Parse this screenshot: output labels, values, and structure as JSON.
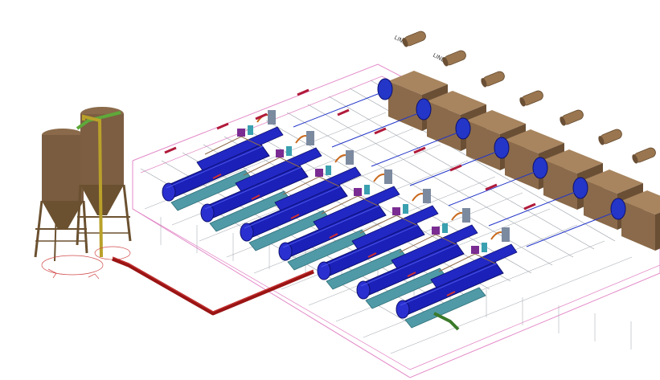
{
  "labels": {
    "line_tag_top": "LINE",
    "line_tag_second": "LINE"
  },
  "units": {
    "count": 7,
    "colors": {
      "exchanger_shell": "#1b20b8",
      "exchanger_dark": "#0d1070",
      "pump_teal": "#4f9aa6",
      "hx_cap_blue": "#2336c8",
      "housing_brown": "#8a6a4a",
      "housing_brown_dark": "#6a4f35",
      "silo_brown": "#7a5c40",
      "silo_frame": "#6b5130",
      "red_pipe": "#9a1414",
      "yellow_pipe": "#b9a12a",
      "green_pipe": "#5fa83a",
      "pink_grid": "#e38ac8",
      "grid_gray": "#9aa0a8",
      "accent_orange": "#c96a1e",
      "accent_purple": "#7a2c92"
    }
  },
  "icons": {
    "silo": "silo-icon",
    "tank": "tank-icon",
    "exchanger": "heat-exchanger-icon",
    "pump": "pump-icon",
    "housing": "equipment-housing-icon"
  }
}
